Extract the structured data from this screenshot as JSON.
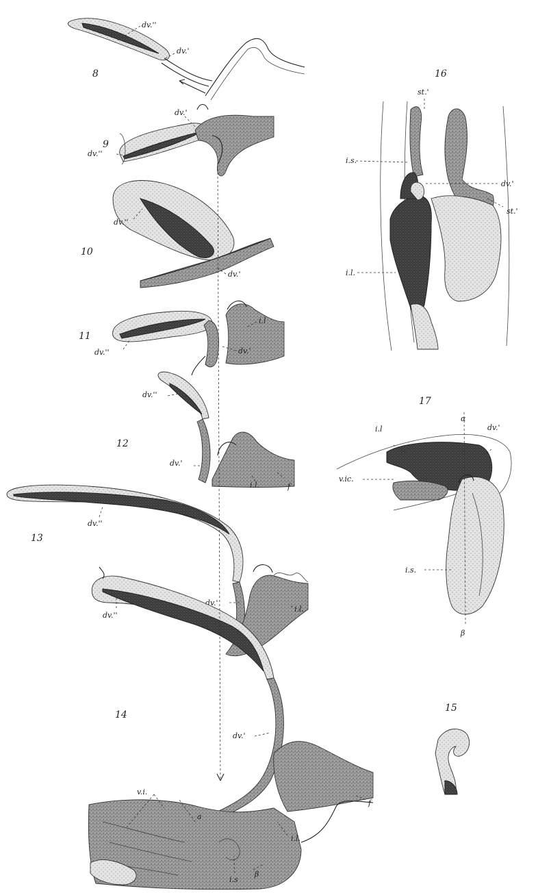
{
  "figures": [
    {
      "number": "8",
      "labels": [
        "dv.''",
        "dv.'"
      ]
    },
    {
      "number": "9",
      "labels": [
        "dv.'",
        "dv.''"
      ]
    },
    {
      "number": "10",
      "labels": [
        "dv.''",
        "dv.'"
      ]
    },
    {
      "number": "11",
      "labels": [
        "i.l",
        "dv.'",
        "dv.''"
      ]
    },
    {
      "number": "12",
      "labels": [
        "dv.''",
        "dv.'",
        "i.l.",
        "f"
      ]
    },
    {
      "number": "13",
      "labels": [
        "dv.''",
        "dv.'",
        "i.l."
      ]
    },
    {
      "number": "14",
      "labels": [
        "dv.''",
        "dv.'",
        "f",
        "a",
        "v.i.",
        "i.l.",
        "i.s",
        "β"
      ]
    },
    {
      "number": "16",
      "labels": [
        "st.'",
        "i.s.",
        "dv.'",
        "st.'",
        "i.l."
      ]
    },
    {
      "number": "17",
      "labels": [
        "α",
        "i.l",
        "dv.'",
        "v.ic.",
        "i.s.",
        "β"
      ]
    },
    {
      "number": "15",
      "labels": []
    }
  ]
}
